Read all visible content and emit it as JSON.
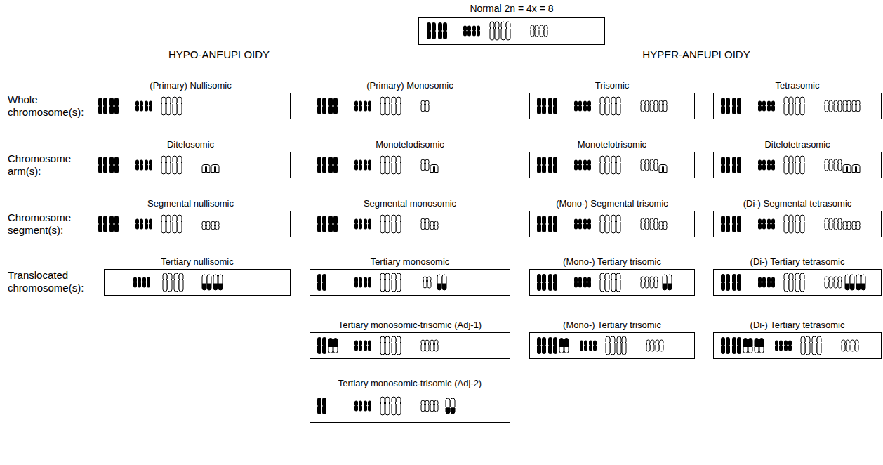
{
  "diagram": {
    "nodes": [
      {
        "text": [
          "Normal 2n = 4x = 8"
        ]
      },
      {
        "text": [
          "(Primary) Nullisomic"
        ]
      },
      {
        "text": [
          "(Primary) Monosomic"
        ]
      },
      {
        "text": [
          "Trisomic"
        ]
      },
      {
        "text": [
          "Tetrasomic"
        ]
      },
      {
        "text": [
          "Ditelosomic"
        ]
      },
      {
        "text": [
          "Monotelodisomic"
        ]
      },
      {
        "text": [
          "Monotelotrisomic"
        ]
      },
      {
        "text": [
          "Ditelotetrasomic"
        ]
      },
      {
        "text": [
          "Segmental nullisomic"
        ]
      },
      {
        "text": [
          "Segmental monosomic"
        ]
      },
      {
        "text": [
          "(Mono-) Segmental trisomic"
        ]
      },
      {
        "text": [
          "(Di-) Segmental tetrasomic"
        ]
      },
      {
        "text": [
          "Tertiary nullisomic"
        ]
      },
      {
        "text": [
          "Tertiary monosomic"
        ]
      },
      {
        "text": [
          "(Mono-) Tertiary trisomic"
        ]
      },
      {
        "text": [
          "(Di-) Tertiary tetrasomic"
        ]
      },
      {
        "text": [
          "Tertiary monosomic-trisomic (Adj-1)"
        ]
      },
      {
        "text": [
          "(Mono-) Tertiary trisomic"
        ]
      },
      {
        "text": [
          "(Di-) Tertiary tetrasomic"
        ]
      },
      {
        "text": [
          "Tertiary monosomic-trisomic (Adj-2)"
        ]
      }
    ],
    "labels": [
      "HYPO-ANEUPLOIDY",
      "HYPER-ANEUPLOIDY",
      "Whole chromosome(s):",
      "Chromosome arm(s):",
      "Chromosome segment(s):",
      "Translocated chromosome(s):"
    ]
  }
}
